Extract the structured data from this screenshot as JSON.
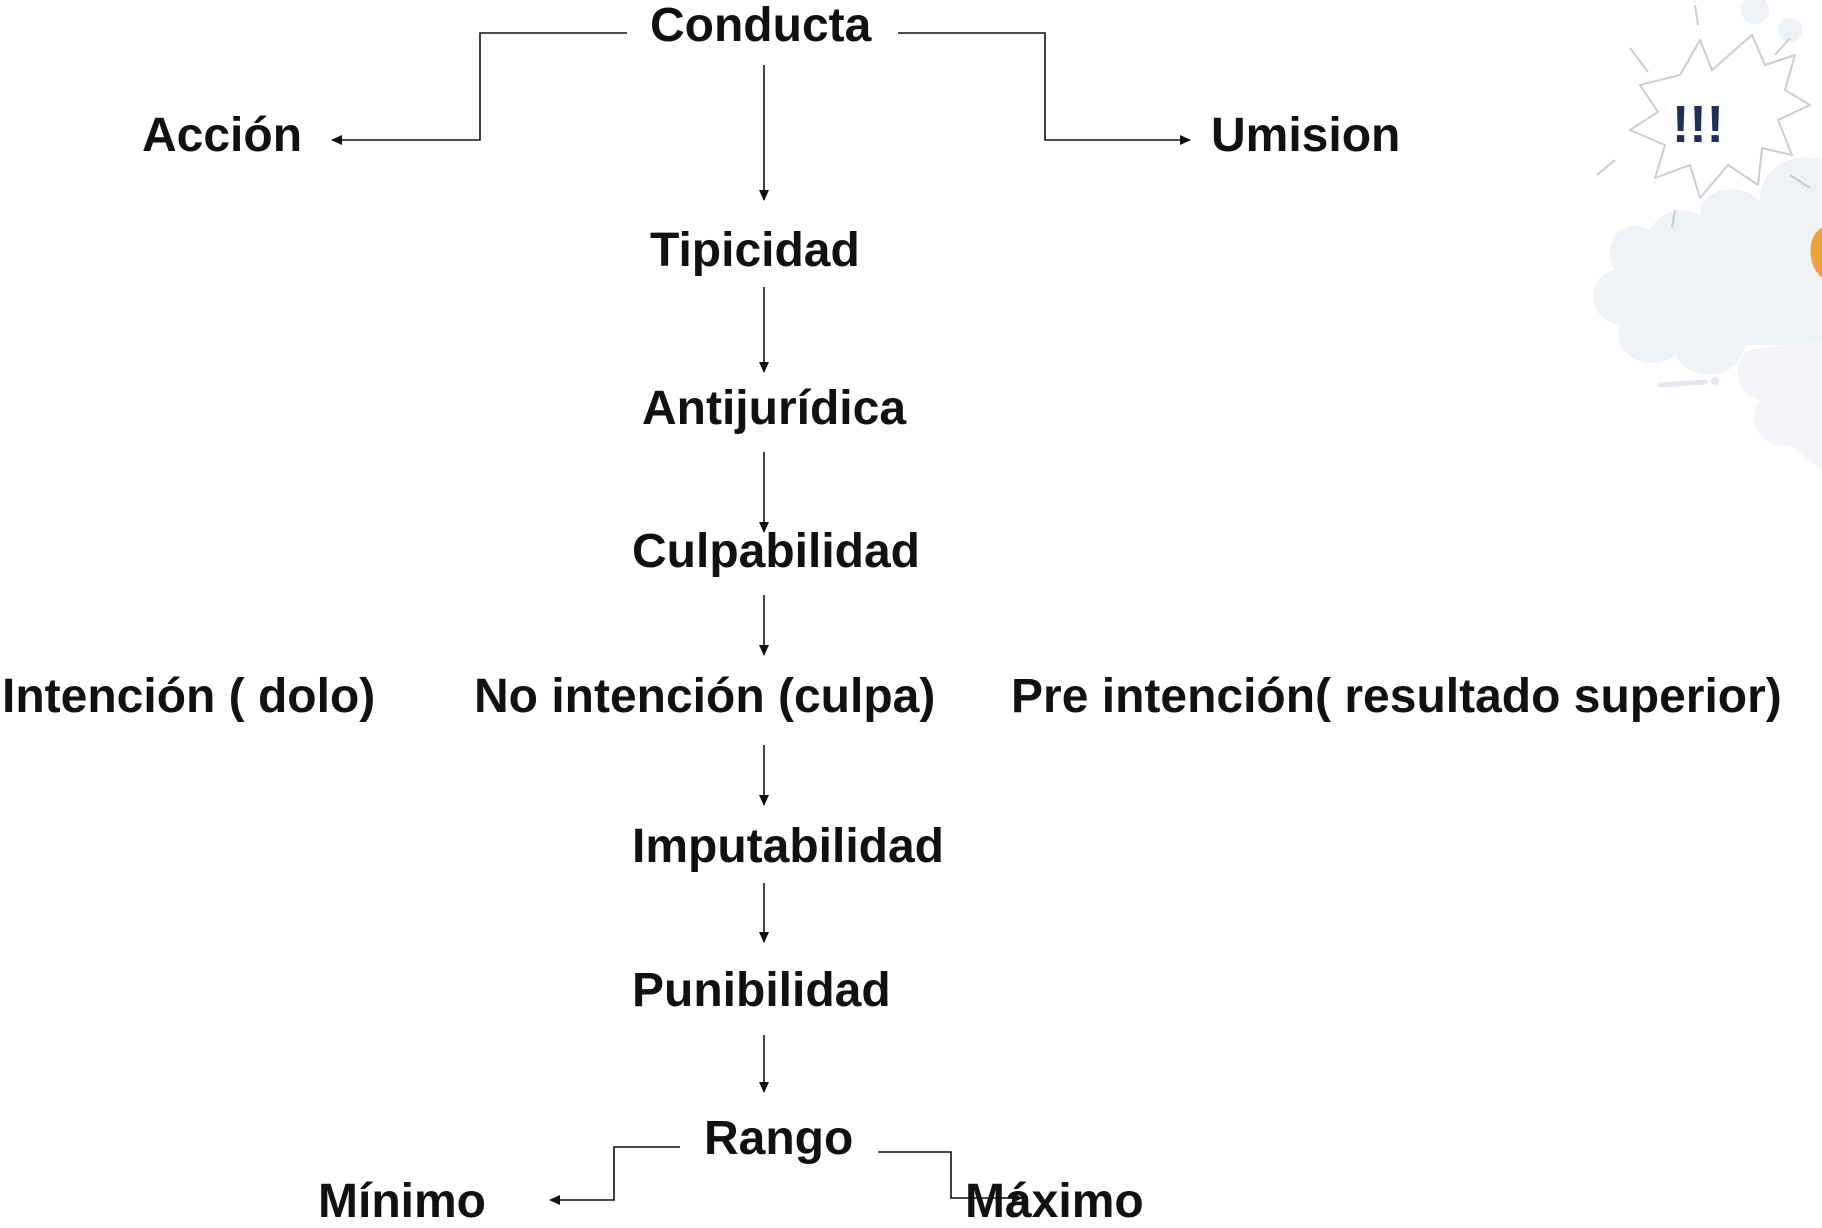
{
  "diagram": {
    "nodes": {
      "conducta": "Conducta",
      "accion": "Acción",
      "umision": "Umision",
      "tipicidad": "Tipicidad",
      "antijuridica": "Antijurídica",
      "culpabilidad": "Culpabilidad",
      "intencion_dolo": "Intención ( dolo)",
      "no_intencion": "No intención (culpa)",
      "pre_intencion": "Pre intención( resultado superior)",
      "imputabilidad": "Imputabilidad",
      "punibilidad": "Punibilidad",
      "rango": "Rango",
      "minimo": "Mínimo",
      "maximo": "Máximo"
    },
    "edges": [
      [
        "conducta",
        "accion"
      ],
      [
        "conducta",
        "umision"
      ],
      [
        "conducta",
        "tipicidad"
      ],
      [
        "tipicidad",
        "antijuridica"
      ],
      [
        "antijuridica",
        "culpabilidad"
      ],
      [
        "culpabilidad",
        "no_intencion"
      ],
      [
        "no_intencion",
        "imputabilidad"
      ],
      [
        "imputabilidad",
        "punibilidad"
      ],
      [
        "punibilidad",
        "rango"
      ],
      [
        "rango",
        "minimo"
      ],
      [
        "rango",
        "maximo"
      ]
    ]
  },
  "decoration": {
    "burst_text": "!!!",
    "burst_text_color": "#1f2f55",
    "line_color": "#111111",
    "cloud_color": "#eef1f5",
    "accent_color": "#f0a23a"
  }
}
